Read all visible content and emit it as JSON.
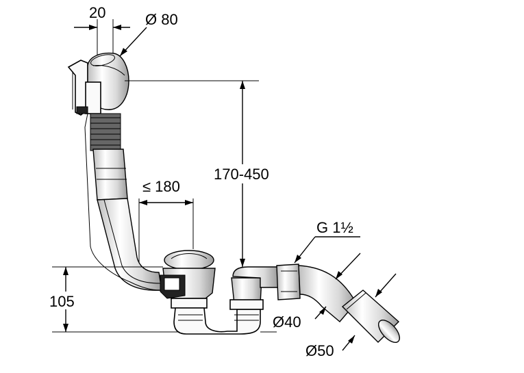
{
  "dimensions": {
    "overflow_width": "20",
    "overflow_diameter": "Ø 80",
    "max_offset": "≤ 180",
    "height_range": "170-450",
    "bath_height": "105",
    "thread": "G 1½",
    "outlet_diameter_small": "Ø40",
    "outlet_diameter_large": "Ø50"
  },
  "colors": {
    "line": "#000000",
    "background": "#ffffff"
  }
}
